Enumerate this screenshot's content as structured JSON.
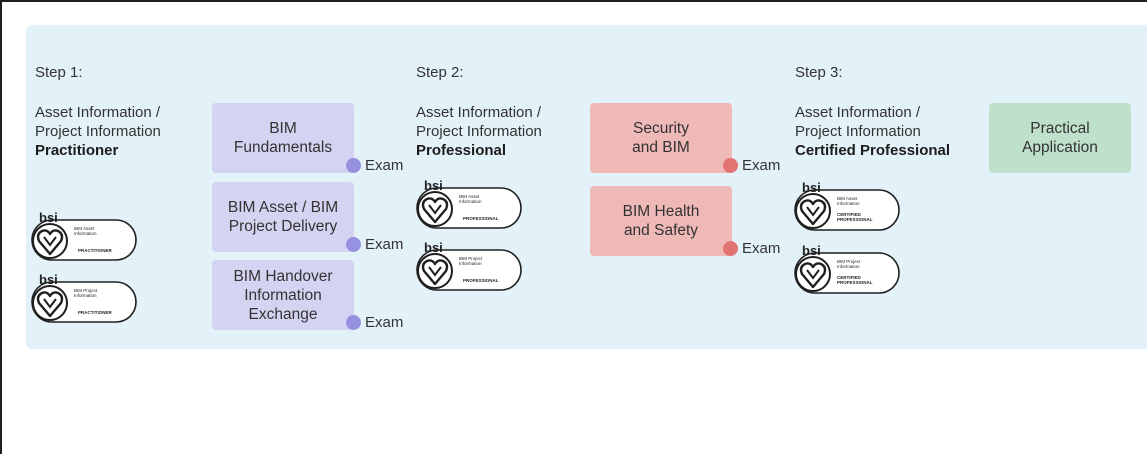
{
  "steps": [
    {
      "label": "Step 1:",
      "level_line1": "Asset Information /",
      "level_line2": "Project Information",
      "level_bold": "Practitioner",
      "badges": [
        {
          "brand": "bsi",
          "line1": "BIM Asset",
          "line2": "Information",
          "tier": "PRACTITIONER"
        },
        {
          "brand": "bsi",
          "line1": "BIM Project",
          "line2": "Information",
          "tier": "PRACTITIONER"
        }
      ]
    },
    {
      "label": "Step 2:",
      "level_line1": "Asset Information /",
      "level_line2": "Project Information",
      "level_bold": "Professional",
      "badges": [
        {
          "brand": "bsi",
          "line1": "BIM Asset",
          "line2": "Information",
          "tier": "PROFESSIONAL"
        },
        {
          "brand": "bsi",
          "line1": "BIM Project",
          "line2": "Information",
          "tier": "PROFESSIONAL"
        }
      ]
    },
    {
      "label": "Step 3:",
      "level_line1": "Asset Information /",
      "level_line2": "Project Information",
      "level_bold": "Certified Professional",
      "badges": [
        {
          "brand": "bsi",
          "line1": "BIM Asset",
          "line2": "Information",
          "tier1": "CERTIFIED",
          "tier2": "PROFESSIONAL"
        },
        {
          "brand": "bsi",
          "line1": "BIM Project",
          "line2": "Information",
          "tier1": "CERTIFIED",
          "tier2": "PROFESSIONAL"
        }
      ]
    }
  ],
  "courses": {
    "bim_fundamentals": {
      "line1": "BIM",
      "line2": "Fundamentals",
      "exam": "Exam"
    },
    "bim_asset_project": {
      "line1": "BIM Asset / BIM",
      "line2": "Project Delivery",
      "exam": "Exam"
    },
    "bim_handover": {
      "line1": "BIM Handover",
      "line2": "Information",
      "line3": "Exchange",
      "exam": "Exam"
    },
    "security_bim": {
      "line1": "Security",
      "line2": "and BIM",
      "exam": "Exam"
    },
    "health_safety": {
      "line1": "BIM Health",
      "line2": "and Safety",
      "exam": "Exam"
    },
    "practical": {
      "line1": "Practical",
      "line2": "Application"
    }
  },
  "colors": {
    "panel": "#e3f1f8",
    "course_purple": "#d4d3f1",
    "course_red": "#efb9b7",
    "course_green": "#bfe1cc",
    "exam_dot_purple": "#9590df",
    "exam_dot_red": "#e17472"
  }
}
